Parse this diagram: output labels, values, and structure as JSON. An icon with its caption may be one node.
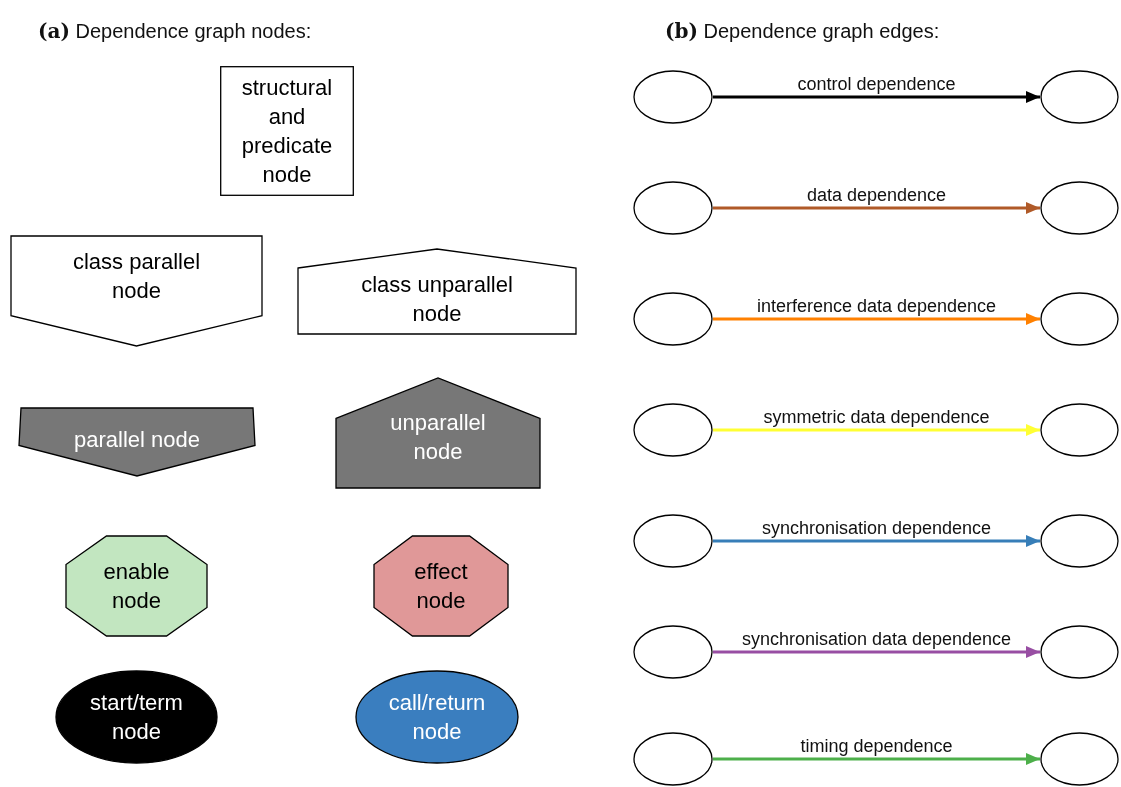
{
  "diagram": {
    "nodes": [
      {
        "text": [
          "structural and predicate node"
        ]
      },
      {
        "text": [
          "class parallel node"
        ]
      },
      {
        "text": [
          "class unparallel node"
        ]
      },
      {
        "text": [
          "parallel node"
        ]
      },
      {
        "text": [
          "unparallel node"
        ]
      },
      {
        "text": [
          "enable node"
        ]
      },
      {
        "text": [
          "effect node"
        ]
      },
      {
        "text": [
          "start/term node"
        ]
      },
      {
        "text": [
          "call/return node"
        ]
      },
      {
        "text": [],
        "shape": "ellipse"
      },
      {
        "text": [],
        "shape": "ellipse"
      },
      {
        "text": [],
        "shape": "ellipse"
      },
      {
        "text": [],
        "shape": "ellipse"
      },
      {
        "text": [],
        "shape": "ellipse"
      },
      {
        "text": [],
        "shape": "ellipse"
      },
      {
        "text": [],
        "shape": "ellipse"
      },
      {
        "text": [],
        "shape": "ellipse"
      },
      {
        "text": [],
        "shape": "ellipse"
      },
      {
        "text": [],
        "shape": "ellipse"
      },
      {
        "text": [],
        "shape": "ellipse"
      },
      {
        "text": [],
        "shape": "ellipse"
      },
      {
        "text": [],
        "shape": "ellipse"
      },
      {
        "text": [],
        "shape": "ellipse"
      }
    ],
    "edges": [
      {
        "from": 9,
        "to": 10,
        "arrow": "to",
        "label": "control dependence",
        "color": "#000000"
      },
      {
        "from": 11,
        "to": 12,
        "arrow": "to",
        "label": "data dependence",
        "color": "#b05a28"
      },
      {
        "from": 13,
        "to": 14,
        "arrow": "to",
        "label": "interference data dependence",
        "color": "#ff8000"
      },
      {
        "from": 15,
        "to": 16,
        "arrow": "to",
        "label": "symmetric data dependence",
        "color": "#ffff33"
      },
      {
        "from": 17,
        "to": 18,
        "arrow": "to",
        "label": "synchronisation dependence",
        "color": "#377eb8"
      },
      {
        "from": 19,
        "to": 20,
        "arrow": "to",
        "label": "synchronisation data dependence",
        "color": "#984ea3"
      },
      {
        "from": 21,
        "to": 22,
        "arrow": "to",
        "label": "timing dependence",
        "color": "#4daf4a"
      }
    ],
    "labels": [
      "**(a)** Dependence graph nodes:",
      "**(b)** Dependence graph edges:"
    ]
  }
}
